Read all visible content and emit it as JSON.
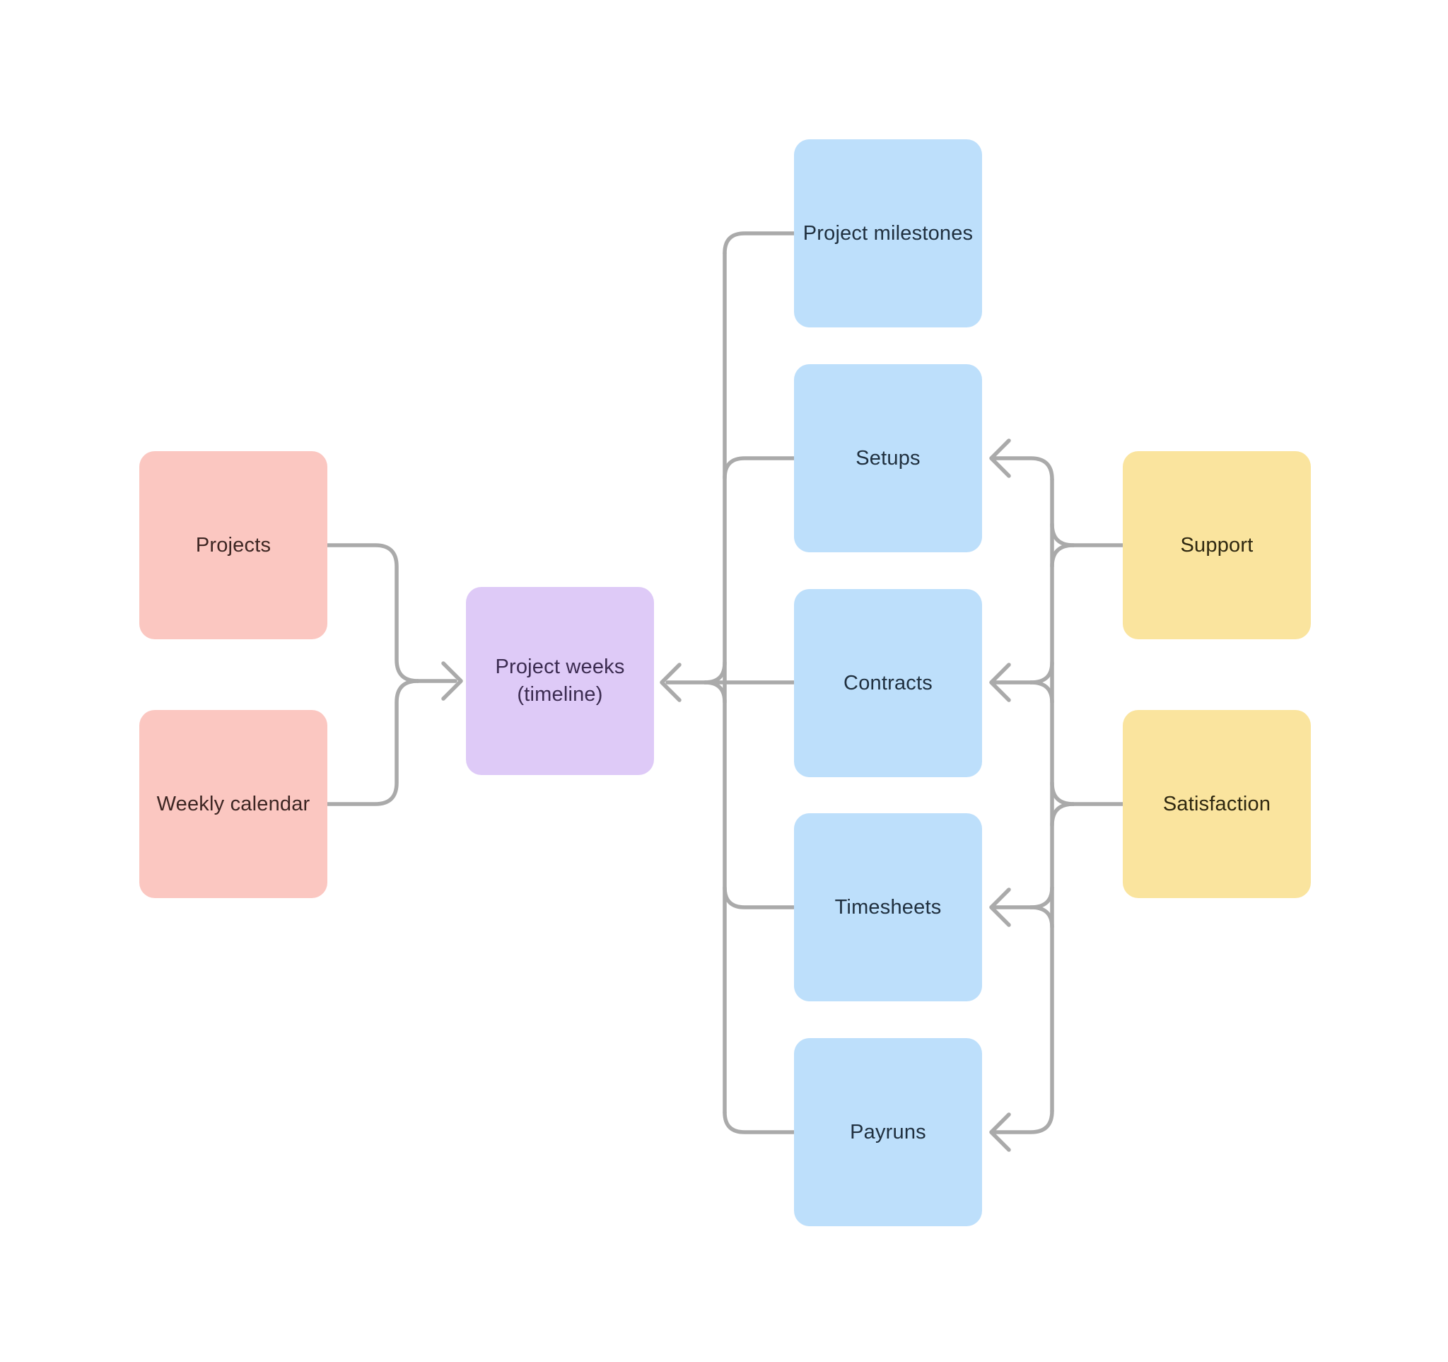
{
  "canvas": {
    "background": "#ffffff",
    "connector_color": "#aaaaaa"
  },
  "nodes": {
    "projects": {
      "label": "Projects",
      "fill": "#fbc7c1",
      "text_color": "#3d2623"
    },
    "weekly_calendar": {
      "label": "Weekly calendar",
      "fill": "#fbc7c1",
      "text_color": "#3d2623"
    },
    "project_weeks": {
      "label": "Project weeks (timeline)",
      "lines": [
        "Project weeks",
        "(timeline)"
      ],
      "fill": "#decaf7",
      "text_color": "#3b2b50"
    },
    "project_milestones": {
      "label": "Project milestones",
      "fill": "#bddffb",
      "text_color": "#20303f"
    },
    "setups": {
      "label": "Setups",
      "fill": "#bddffb",
      "text_color": "#20303f"
    },
    "contracts": {
      "label": "Contracts",
      "fill": "#bddffb",
      "text_color": "#20303f"
    },
    "timesheets": {
      "label": "Timesheets",
      "fill": "#bddffb",
      "text_color": "#20303f"
    },
    "payruns": {
      "label": "Payruns",
      "fill": "#bddffb",
      "text_color": "#20303f"
    },
    "support": {
      "label": "Support",
      "fill": "#fae49e",
      "text_color": "#2e2710"
    },
    "satisfaction": {
      "label": "Satisfaction",
      "fill": "#fae49e",
      "text_color": "#2e2710"
    }
  },
  "edges": [
    {
      "sources": [
        "projects",
        "weekly_calendar"
      ],
      "targets": [
        "project_weeks"
      ]
    },
    {
      "sources": [
        "project_milestones",
        "setups",
        "contracts",
        "timesheets",
        "payruns"
      ],
      "targets": [
        "project_weeks"
      ]
    },
    {
      "sources": [
        "support",
        "satisfaction"
      ],
      "targets": [
        "setups",
        "contracts",
        "timesheets",
        "payruns"
      ]
    }
  ]
}
